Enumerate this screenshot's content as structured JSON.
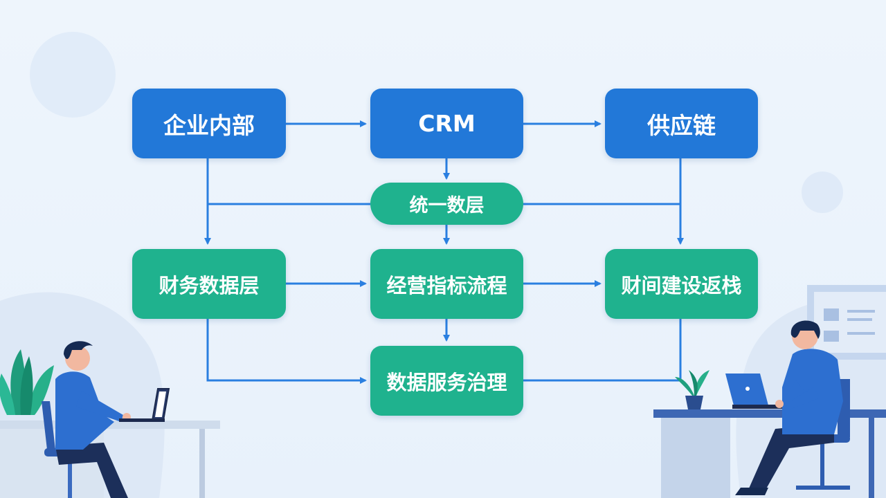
{
  "diagram": {
    "nodes": {
      "enterprise_internal": "企业内部",
      "crm": "CRM",
      "supply_chain": "供应链",
      "unified_data_layer": "统一数层",
      "finance_data_layer": "财务数据层",
      "operating_metrics_flow": "经营指标流程",
      "finance_build_return": "财间建设返栈",
      "data_service_governance": "数据服务治理"
    },
    "edges": [
      [
        "enterprise_internal",
        "crm"
      ],
      [
        "crm",
        "supply_chain"
      ],
      [
        "crm",
        "unified_data_layer"
      ],
      [
        "enterprise_internal",
        "finance_data_layer"
      ],
      [
        "unified_data_layer",
        "operating_metrics_flow"
      ],
      [
        "supply_chain",
        "finance_build_return"
      ],
      [
        "finance_data_layer",
        "operating_metrics_flow"
      ],
      [
        "operating_metrics_flow",
        "finance_build_return"
      ],
      [
        "operating_metrics_flow",
        "data_service_governance"
      ],
      [
        "finance_data_layer",
        "data_service_governance"
      ]
    ]
  },
  "colors": {
    "primary_blue": "#2278d8",
    "primary_green": "#1fb28e",
    "arrow_blue": "#2a7fe0",
    "background": "#eef5fc"
  },
  "illustrations": {
    "left": "person-at-laptop-with-plant",
    "right": "person-at-desk-with-laptop-and-plant"
  }
}
